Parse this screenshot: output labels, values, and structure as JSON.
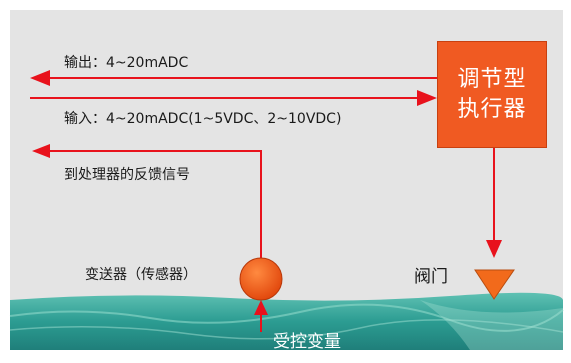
{
  "labels": {
    "output": "输出：4~20mADC",
    "input": "输入：4~20mADC(1~5VDC、2~10VDC)",
    "feedback": "到处理器的反馈信号",
    "transmitter": "变送器（传感器）",
    "valve": "阀门",
    "controlled_variable": "受控变量"
  },
  "actuator": {
    "line1": "调节型",
    "line2": "执行器"
  },
  "colors": {
    "signal_line": "#e8121c",
    "actuator_fill": "#f05a22",
    "sensor_fill": "#f04f10",
    "valve_fill": "#f26a1b",
    "water": "#2c9c92",
    "panel": "#e4e4e4"
  }
}
